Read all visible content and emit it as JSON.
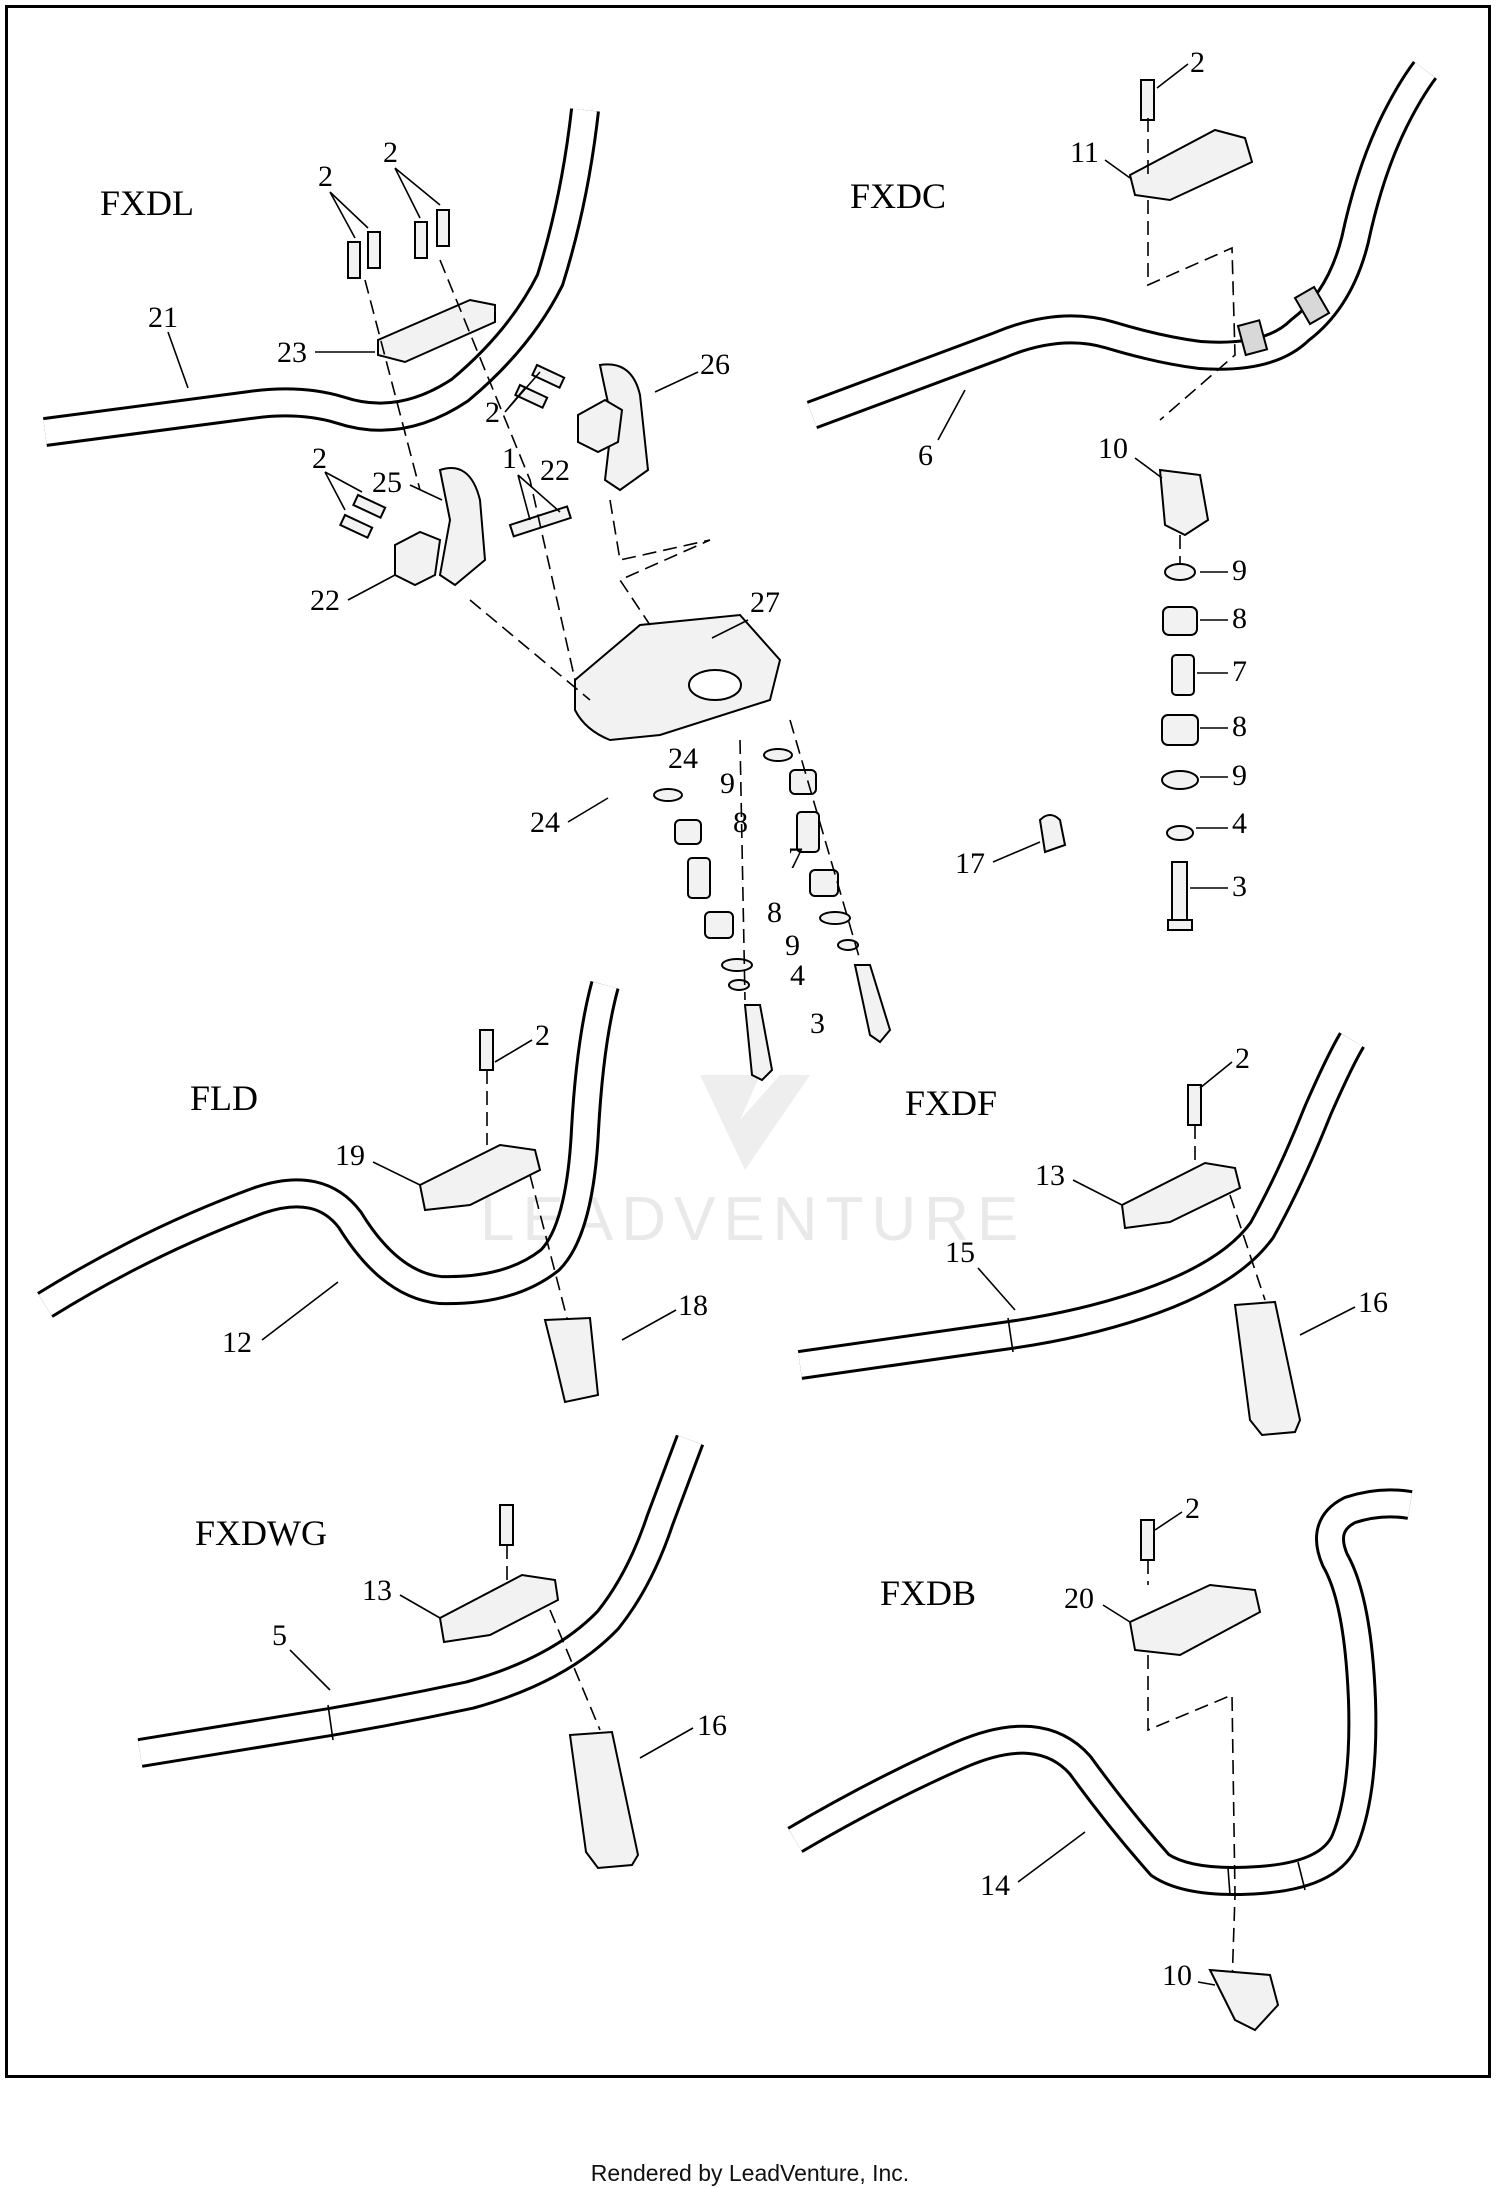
{
  "diagram": {
    "models": [
      "FXDL",
      "FXDC",
      "FLD",
      "FXDF",
      "FXDWG",
      "FXDB"
    ],
    "callouts": {
      "fxdl": [
        "2",
        "2",
        "21",
        "23",
        "2",
        "26",
        "2",
        "1",
        "22",
        "25",
        "22",
        "27",
        "24",
        "24",
        "9",
        "8",
        "7",
        "8",
        "9",
        "4",
        "3"
      ],
      "fxdc": [
        "2",
        "11",
        "6",
        "10",
        "9",
        "8",
        "7",
        "8",
        "9",
        "4",
        "3",
        "17"
      ],
      "fld": [
        "2",
        "19",
        "12",
        "18"
      ],
      "fxdf": [
        "2",
        "13",
        "15",
        "16"
      ],
      "fxdwg": [
        "13",
        "5",
        "16"
      ],
      "fxdb": [
        "2",
        "20",
        "14",
        "10"
      ]
    },
    "watermark": "LEADVENTURE"
  },
  "footer": "Rendered by LeadVenture, Inc."
}
